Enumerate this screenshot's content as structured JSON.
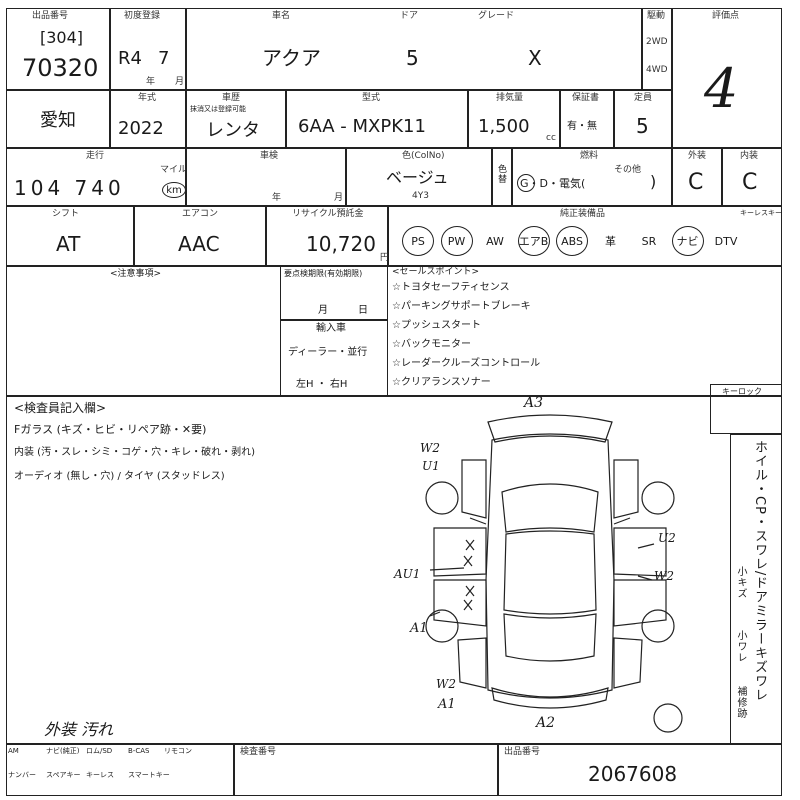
{
  "header": {
    "venue_label": "出品番号",
    "venue": "[304]",
    "lot_number": "70320",
    "reg_label": "初度登録",
    "reg_year": "R4",
    "reg_month": "7",
    "year_unit": "年",
    "month_unit": "月",
    "model_label": "車名",
    "model": "アクア",
    "door_label": "ドア",
    "doors": "5",
    "grade_label": "グレード",
    "grade": "X",
    "drive_label": "駆動",
    "drive_options": [
      "2WD",
      "4WD"
    ],
    "score_label": "評価点",
    "score": "4"
  },
  "row2": {
    "area": "愛知",
    "year_label": "年式",
    "year": "2022",
    "reg_type_label": "車歴",
    "reg_type_sub": "抹消又は登録可能",
    "reg_type": "レンタ",
    "chassis_label": "型式",
    "chassis": "6AA - MXPK11",
    "displacement_label": "排気量",
    "displacement": "1,500",
    "cc": "cc",
    "warranty_label": "保証書",
    "warranty": "有・無",
    "capacity_label": "定員",
    "capacity": "5"
  },
  "row3": {
    "mileage_label": "走行",
    "mileage": "104 740",
    "km": "km",
    "mileage_unit_small": "マイル",
    "inspection_label": "車検",
    "color_label": "色(ColNo)",
    "color": "ベージュ",
    "color_code": "4Y3",
    "color_change": "色替",
    "fuel_label": "燃料",
    "fuel_options": "G・D・電気(",
    "fuel_other": "その他",
    "exterior_label": "外装",
    "exterior": "C",
    "interior_label": "内装",
    "interior": "C"
  },
  "row4": {
    "shift_label": "シフト",
    "shift": "AT",
    "ac_label": "エアコン",
    "ac": "AAC",
    "recycle_label": "リサイクル預託金",
    "recycle": "10,720",
    "yen": "円",
    "equipment_label": "純正装備品",
    "equipment": [
      "PS",
      "PW",
      "AW",
      "エアB",
      "ABS",
      "革",
      "SR",
      "ナビ",
      "DTV"
    ],
    "equipment_circled": [
      true,
      true,
      false,
      true,
      true,
      false,
      false,
      true,
      false
    ],
    "keyless_label": "キーレスキー"
  },
  "notes": {
    "notes_label": "<注意事項>",
    "recall_label": "要点検期限(有効期限)",
    "month_day": "月　　　日",
    "import_label": "輸入車",
    "dealer": "ディーラー・並行",
    "handle": "左H ・ 右H",
    "points_label": "<セールスポイント>",
    "points": [
      "☆トヨタセーフティセンス",
      "☆パーキングサポートブレーキ",
      "☆プッシュスタート",
      "☆バックモニター",
      "☆レーダークルーズコントロール",
      "☆クリアランスソナー"
    ]
  },
  "inspector": {
    "title": "<検査員記入欄>",
    "line1": "Fガラス (キズ・ヒビ・リペア跡・✕要)",
    "line2": "内装 (汚・スレ・シミ・コゲ・穴・キレ・破れ・剥れ)",
    "line3": "オーディオ (無し・穴) / タイヤ (スタッドレス)",
    "handwritten_note": "外装 汚れ",
    "keyless_box": "キーロック",
    "side_vertical": "ホイル・CP・スワレ/ドアミラーキズワレ",
    "side_small": [
      "小キズ",
      "小ワレ",
      "補修跡"
    ]
  },
  "diagram_marks": {
    "front": "A3",
    "rear": "A2",
    "rear_left": "A1",
    "left_front": "W2",
    "left_front2": "U1",
    "left_mid": "AU1",
    "left_rear": "A1",
    "left_rear2": "W2",
    "right_mid": "U2",
    "right_mid2": "W2"
  },
  "footer": {
    "cells": [
      "AM",
      "ナビ(純正)",
      "ロム/SD",
      "B-CAS",
      "リモコン",
      "ナンバー",
      "スペアキー",
      "キーレス",
      "スマートキー"
    ],
    "inspection_no_label": "検査番号",
    "sheet_no_label": "出品番号",
    "sheet_no": "2067608"
  }
}
